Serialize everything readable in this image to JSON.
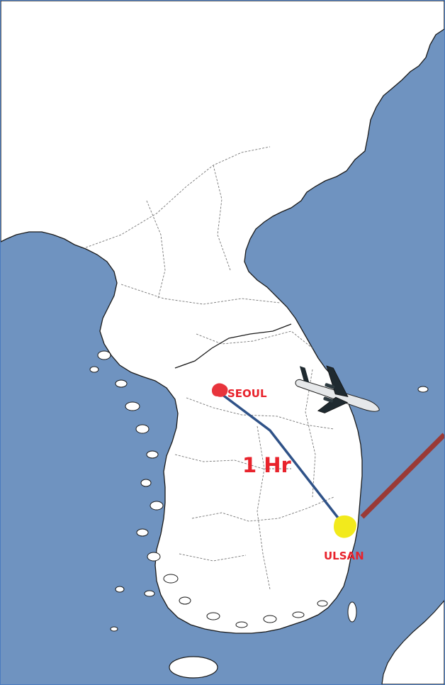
{
  "map": {
    "colors": {
      "sea": "#6f93c0",
      "land": "#ffffff",
      "coast": "#1a1a1a",
      "border": "#777777",
      "seoul_marker": "#e8343c",
      "ulsan_marker": "#f2ea1c",
      "route_line": "#2f5288",
      "connector_line": "#9a3a36",
      "label_red": "#e8232c",
      "frame": "#4a7bbf"
    },
    "icons": {
      "airplane": "airplane-icon"
    }
  },
  "cities": {
    "seoul": {
      "name": "SEOUL"
    },
    "ulsan": {
      "name": "ULSAN"
    }
  },
  "route": {
    "travel_time": "1 Hr"
  }
}
